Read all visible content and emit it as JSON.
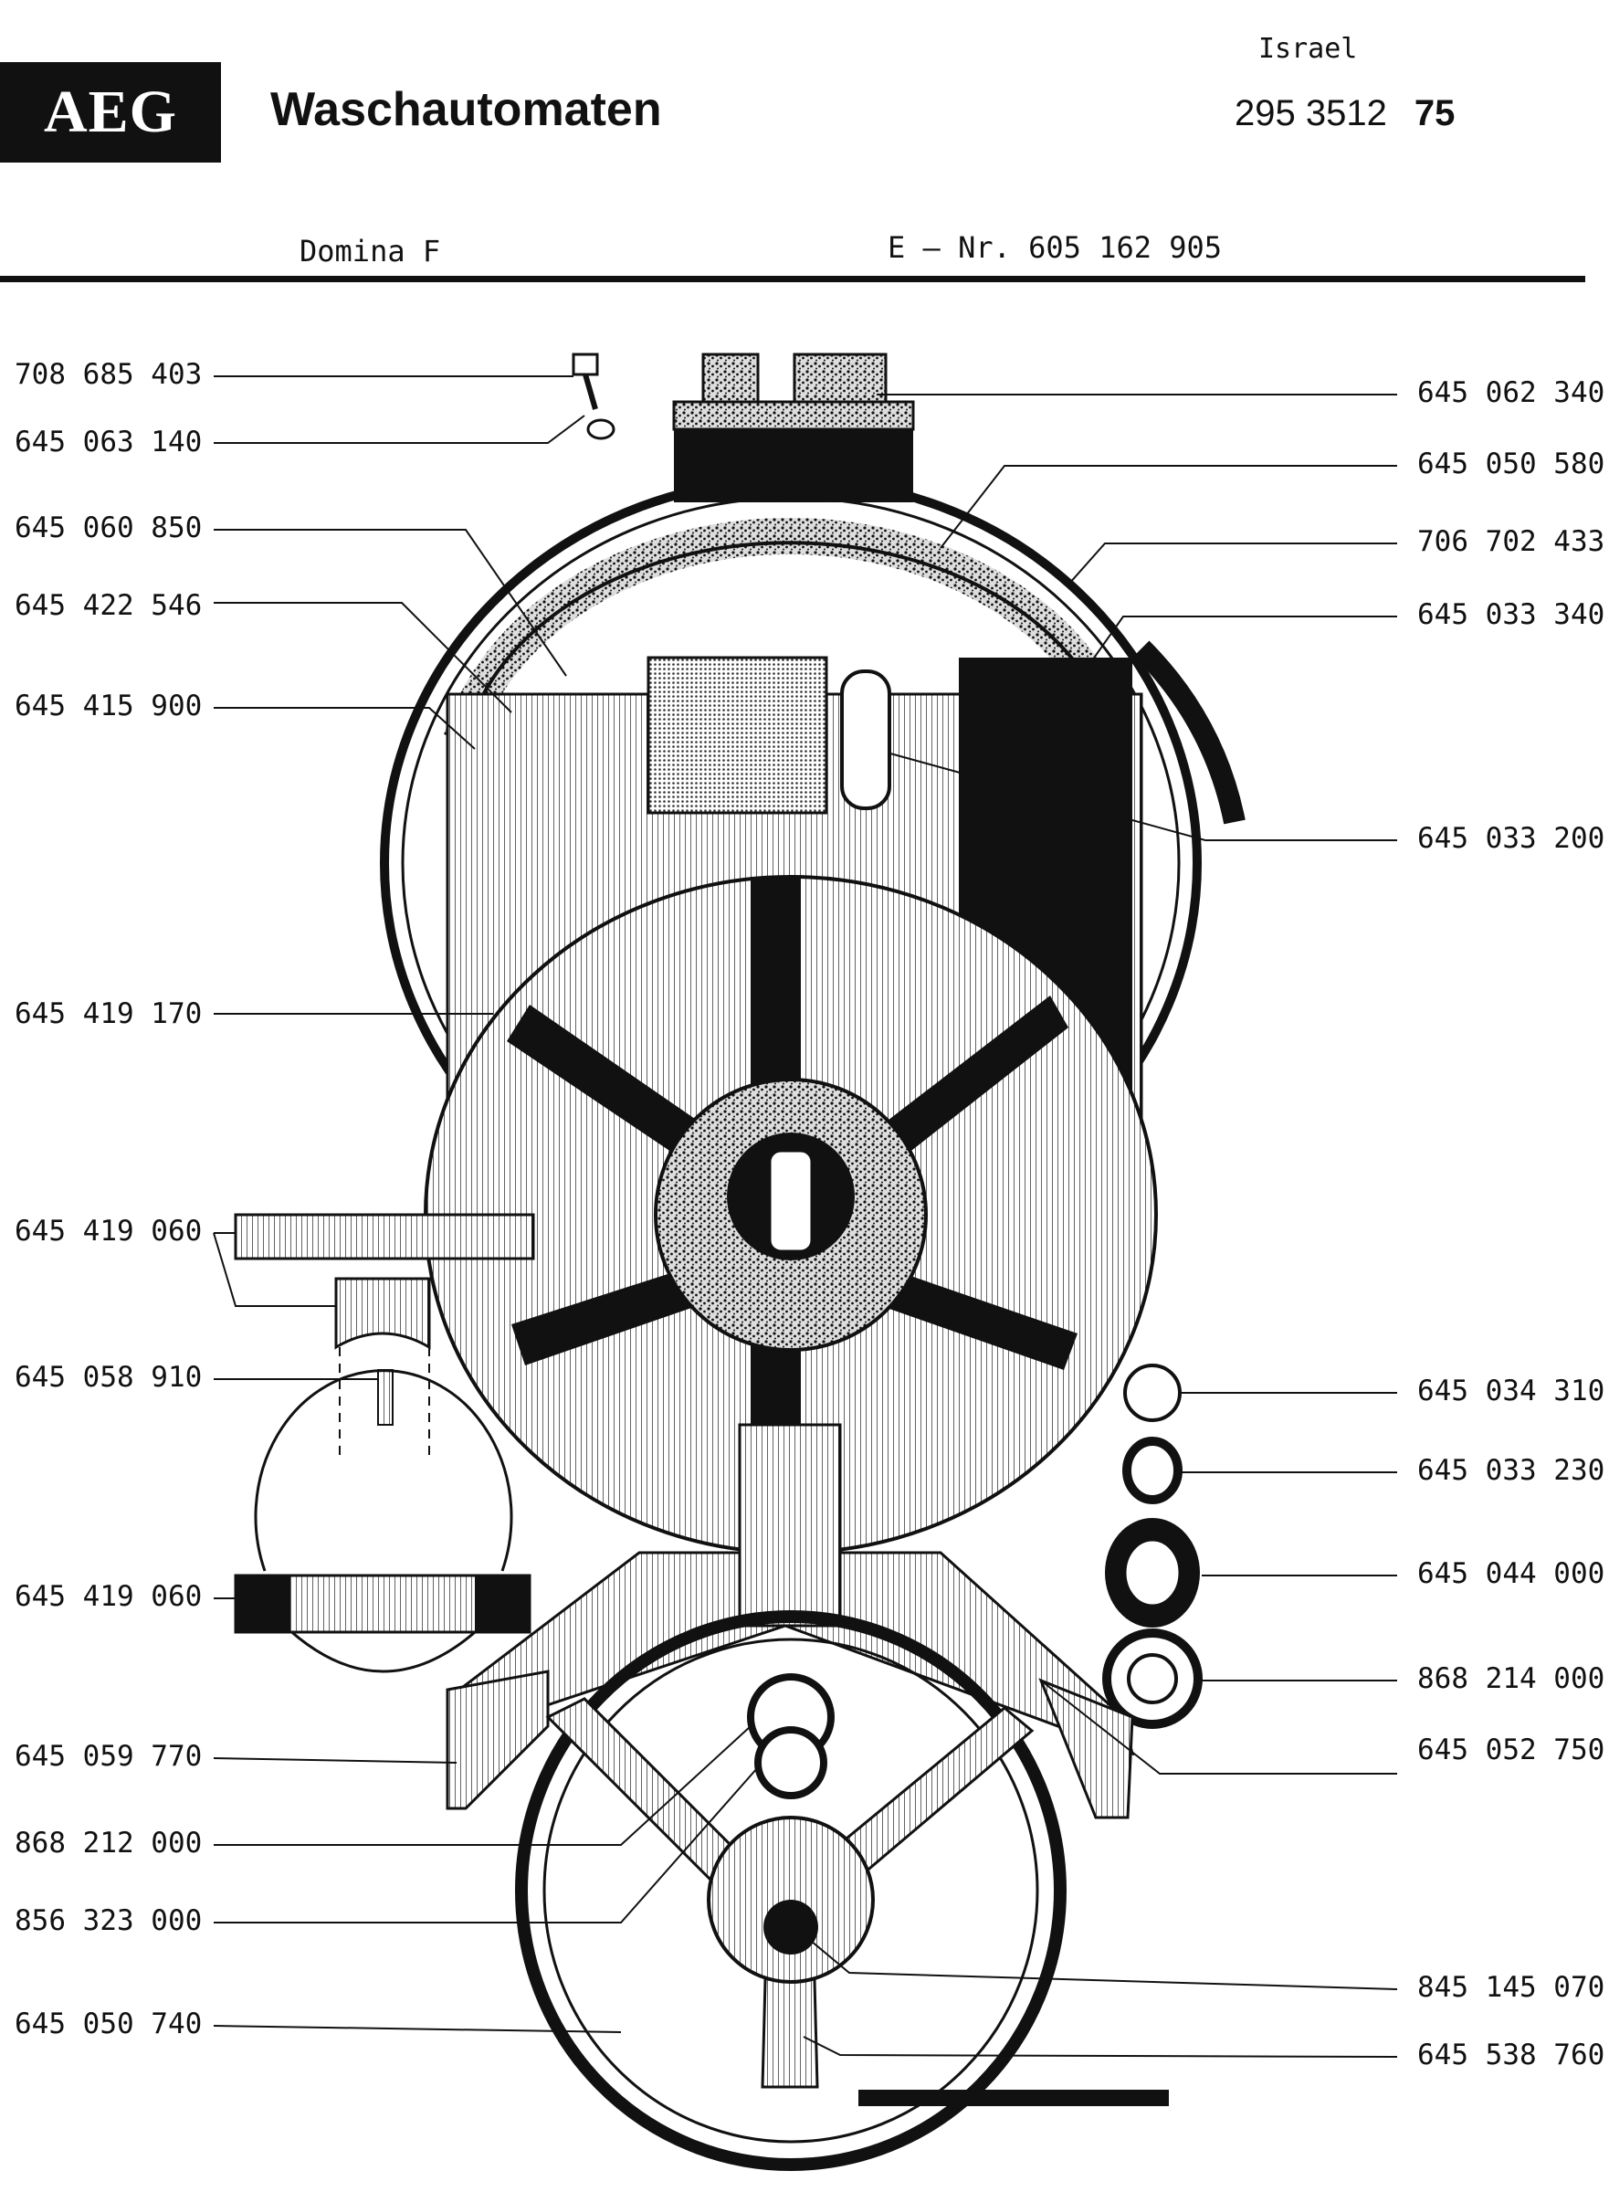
{
  "header": {
    "logo_text": "AEG",
    "title": "Waschautomaten",
    "region": "Israel",
    "doc_number": "295 3512",
    "doc_rev": "75",
    "model": "Domina  F",
    "e_nr": "E – Nr.  605 162 905"
  },
  "parts": {
    "left": [
      {
        "id": "l1",
        "label": "708 685 403"
      },
      {
        "id": "l2",
        "label": "645 063 140"
      },
      {
        "id": "l3",
        "label": "645 060 850"
      },
      {
        "id": "l4",
        "label": "645 422 546"
      },
      {
        "id": "l5",
        "label": "645 415 900"
      },
      {
        "id": "l6",
        "label": "645 419 170"
      },
      {
        "id": "l7",
        "label": "645 419 060"
      },
      {
        "id": "l8",
        "label": "645 058 910"
      },
      {
        "id": "l9",
        "label": "645 419 060"
      },
      {
        "id": "l10",
        "label": "645 059 770"
      },
      {
        "id": "l11",
        "label": "868 212 000"
      },
      {
        "id": "l12",
        "label": "856 323 000"
      },
      {
        "id": "l13",
        "label": "645 050 740"
      }
    ],
    "right": [
      {
        "id": "r1",
        "label": "645 062 340"
      },
      {
        "id": "r2",
        "label": "645 050 580"
      },
      {
        "id": "r3",
        "label": "706 702 433"
      },
      {
        "id": "r4",
        "label": "645 033 340"
      },
      {
        "id": "r5",
        "label": "645 033 200"
      },
      {
        "id": "r6",
        "label": "645 034 310"
      },
      {
        "id": "r7",
        "label": "645 033 230"
      },
      {
        "id": "r8",
        "label": "645 044 000"
      },
      {
        "id": "r9",
        "label": "868 214 000"
      },
      {
        "id": "r10",
        "label": "645 052 750"
      },
      {
        "id": "r11",
        "label": "845 145 070"
      },
      {
        "id": "r12",
        "label": "645 538 760"
      }
    ]
  }
}
